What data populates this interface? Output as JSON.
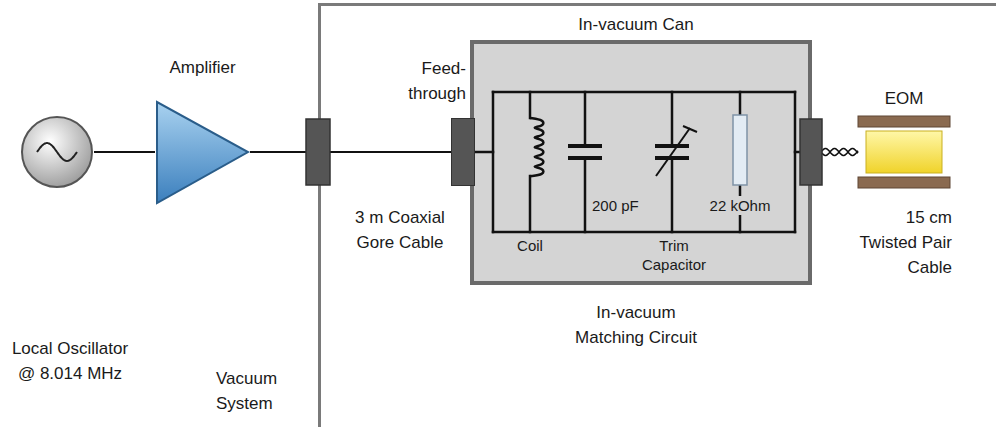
{
  "diagram": {
    "nodes": [
      {
        "text": [
          "Vacuum System"
        ]
      },
      {
        "text": [
          "Local Oscillator @ 8.014 MHz"
        ]
      },
      {
        "text": [
          "Amplifier"
        ]
      },
      {
        "text": [
          "In-vacuum Can",
          "In-vacuum Matching Circuit"
        ],
        "in": 0
      },
      {
        "text": [
          "Feed-through"
        ],
        "in": 3
      },
      {
        "text": [
          "EOM"
        ],
        "in": 0
      }
    ],
    "edges": [
      {
        "from": 1,
        "to": 2,
        "arrow": "none"
      },
      {
        "from": 2,
        "to": 4,
        "arrow": "none",
        "label": "3 m Coaxial Gore Cable"
      },
      {
        "from": 3,
        "to": 5,
        "arrow": "none",
        "label": "15 cm Twisted Pair Cable"
      }
    ],
    "labels": [
      "Coil",
      "200 pF",
      "Trim Capacitor",
      "22 kOhm"
    ]
  }
}
